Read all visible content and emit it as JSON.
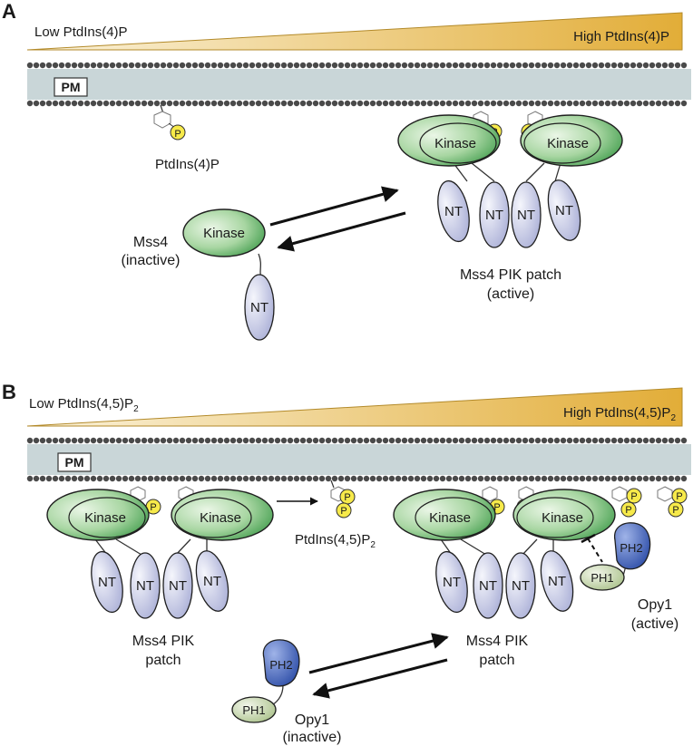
{
  "panel_a": {
    "letter": "A",
    "gradient_low": "Low PtdIns(4)P",
    "gradient_high": "High PtdIns(4)P",
    "pm_label": "PM",
    "lipid_label": "PtdIns(4)P",
    "phosphate": "P",
    "kinase": "Kinase",
    "nt": "NT",
    "mss4_label_1": "Mss4",
    "mss4_label_2": "(inactive)",
    "patch_label_1": "Mss4 PIK patch",
    "patch_label_2": "(active)"
  },
  "panel_b": {
    "letter": "B",
    "gradient_low": "Low PtdIns(4,5)P",
    "gradient_low_sub": "2",
    "gradient_high": "High PtdIns(4,5)P",
    "gradient_high_sub": "2",
    "pm_label": "PM",
    "lipid_label": "PtdIns(4,5)P",
    "lipid_label_sub": "2",
    "phosphate": "P",
    "kinase": "Kinase",
    "nt": "NT",
    "ph1": "PH1",
    "ph2": "PH2",
    "patch_left_1": "Mss4 PIK",
    "patch_left_2": "patch",
    "patch_right_1": "Mss4 PIK",
    "patch_right_2": "patch",
    "opy1_active_1": "Opy1",
    "opy1_active_2": "(active)",
    "opy1_inactive_1": "Opy1",
    "opy1_inactive_2": "(inactive)"
  },
  "colors": {
    "membrane_core": "#c9d6d8",
    "lipid_head": "#4a4a4a",
    "gradient_light": "#fbf3dc",
    "gradient_dark": "#e2ad38",
    "kinase_light": "#eaf6e6",
    "kinase_dark": "#3f9b4b",
    "nt_light": "#f5f6fc",
    "nt_dark": "#a9aed6",
    "phosphate": "#f7ea4a",
    "ph2_light": "#9fb3e8",
    "ph2_dark": "#2f4fa8",
    "ph1_light": "#f2f6ea",
    "ph1_dark": "#a7bf86"
  }
}
